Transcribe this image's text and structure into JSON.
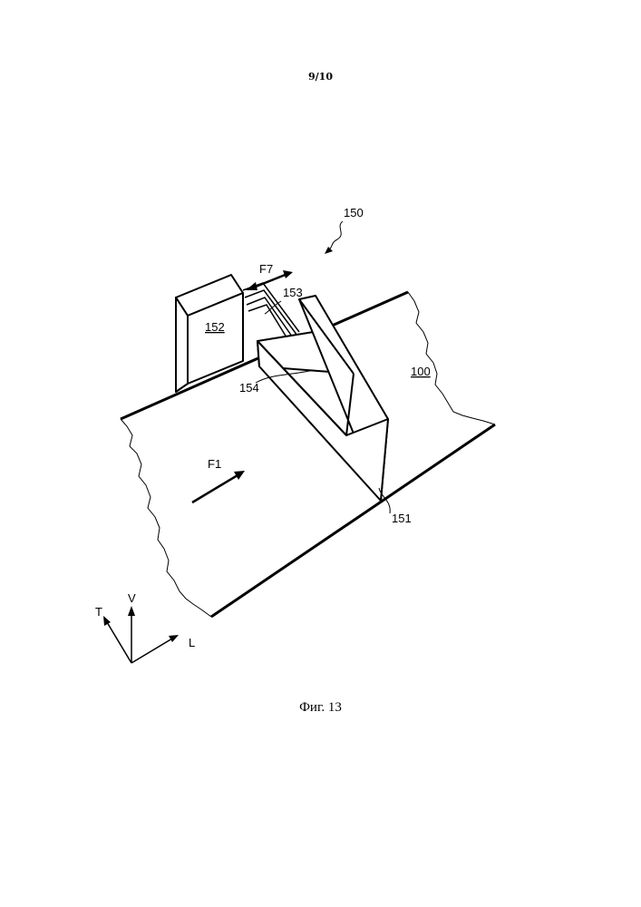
{
  "header": {
    "page_number": "9/10"
  },
  "figure": {
    "caption": "Фиг. 13",
    "labels": {
      "assembly": "150",
      "block": "152",
      "link": "153",
      "inner_face": "154",
      "surface": "100",
      "blade": "151",
      "force_f7": "F7",
      "force_f1": "F1"
    },
    "axes": {
      "t": "T",
      "v": "V",
      "l": "L"
    }
  }
}
